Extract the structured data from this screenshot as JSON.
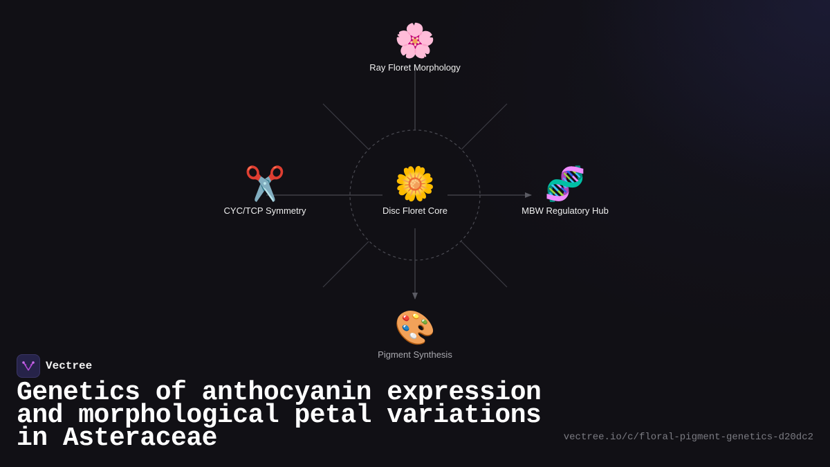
{
  "diagram": {
    "center": {
      "icon": "🌼",
      "icon_name": "daisy-icon",
      "label": "Disc Floret Core"
    },
    "nodes": [
      {
        "id": "top",
        "icon": "🌸",
        "icon_name": "cherry-blossom-icon",
        "label": "Ray Floret Morphology"
      },
      {
        "id": "left",
        "icon": "✂️",
        "icon_name": "scissors-icon",
        "label": "CYC/TCP Symmetry"
      },
      {
        "id": "right",
        "icon": "🧬",
        "icon_name": "dna-icon",
        "label": "MBW Regulatory Hub"
      },
      {
        "id": "bottom",
        "icon": "🎨",
        "icon_name": "palette-icon",
        "label": "Pigment Synthesis"
      }
    ],
    "colors": {
      "line": "#4a4a52",
      "dashed_circle": "#4a4a52",
      "label": "#eeeeee",
      "dim_label": "#a8a8ae"
    }
  },
  "brand": {
    "name": "Vectree",
    "logo_icon": "vectree-logo-icon",
    "accent": "#b44cd9"
  },
  "title": "Genetics of anthocyanin expression and morphological petal variations in Asteraceae",
  "url": "vectree.io/c/floral-pigment-genetics-d20dc2"
}
